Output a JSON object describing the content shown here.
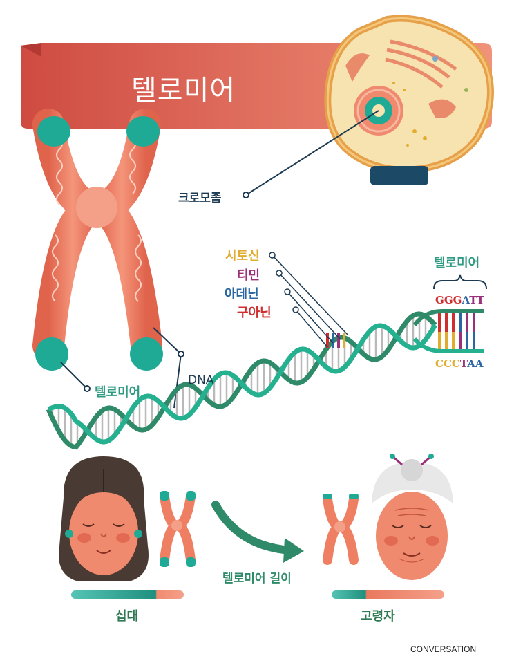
{
  "title": "텔로미어",
  "labels": {
    "chromosome": "크로모좀",
    "cytosine": "시토신",
    "thymine": "티민",
    "adenine": "아데닌",
    "guanine": "구아닌",
    "telomere_top": "텔로미어",
    "telomere_left": "텔로미어",
    "dna": "DNA",
    "telomere_length": "텔로미어 길이",
    "teen": "십대",
    "elderly": "고령자",
    "credit": "CONVERSATION"
  },
  "sequence_top": [
    "G",
    "G",
    "G",
    "A",
    "T",
    "T"
  ],
  "sequence_bottom": [
    "C",
    "C",
    "C",
    "T",
    "A",
    "A"
  ],
  "colors": {
    "banner": "#d4584a",
    "teal": "#1faa95",
    "chromosome": "#ef7f63",
    "navy": "#1c3a52",
    "cytosine": "#e2ad2e",
    "thymine": "#9a2f7a",
    "adenine": "#2a66a1",
    "guanine": "#cf2e2e"
  }
}
